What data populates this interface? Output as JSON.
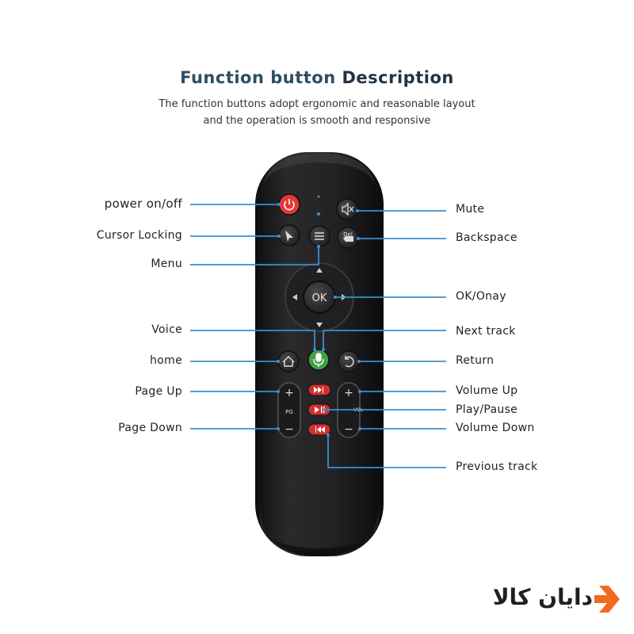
{
  "header": {
    "title_part1": "Function button",
    "title_part2": "Description",
    "subtitle_line1": "The function buttons adopt ergonomic and reasonable layout",
    "subtitle_line2": "and the operation is smooth and responsive"
  },
  "remote": {
    "ok_label": "OK",
    "del_label": "Del",
    "pg_label": "PG",
    "vol_label": "VOL",
    "plus": "+",
    "minus": "−"
  },
  "labels_left": [
    {
      "id": "power",
      "text": "power on/off"
    },
    {
      "id": "cursor",
      "text": "Cursor Locking"
    },
    {
      "id": "menu",
      "text": "Menu"
    },
    {
      "id": "voice",
      "text": "Voice"
    },
    {
      "id": "home",
      "text": "home"
    },
    {
      "id": "pageup",
      "text": "Page Up"
    },
    {
      "id": "pagedown",
      "text": "Page Down"
    }
  ],
  "labels_right": [
    {
      "id": "mute",
      "text": "Mute"
    },
    {
      "id": "backspace",
      "text": "Backspace"
    },
    {
      "id": "ok",
      "text": "OK/Onay"
    },
    {
      "id": "next",
      "text": "Next track"
    },
    {
      "id": "return",
      "text": "Return"
    },
    {
      "id": "volup",
      "text": "Volume Up"
    },
    {
      "id": "playpause",
      "text": "Play/Pause"
    },
    {
      "id": "voldown",
      "text": "Volume Down"
    },
    {
      "id": "prev",
      "text": "Previous track"
    }
  ],
  "logo": {
    "text": "دایان کالا"
  },
  "colors": {
    "leader_line": "#3a8fd0",
    "power_red": "#e53935",
    "media_red": "#d32f2f",
    "voice_green": "#43a047",
    "logo_orange": "#f26a21",
    "remote_body": "#1c1c1e"
  }
}
